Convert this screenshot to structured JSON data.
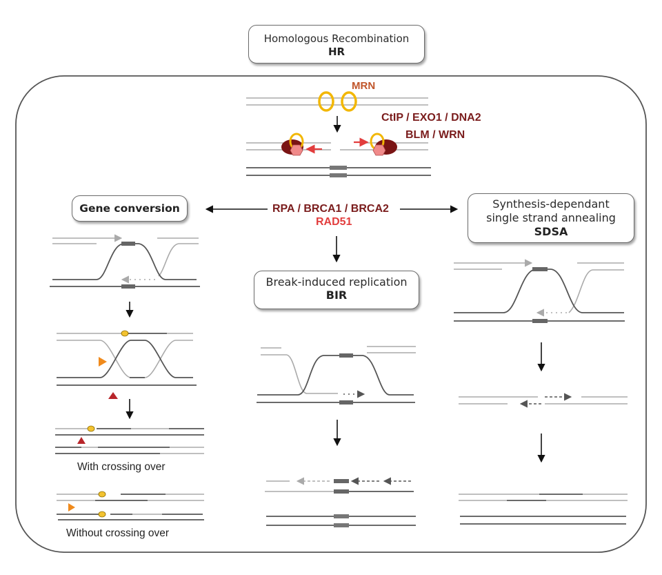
{
  "title_box": {
    "line1": "Homologous Recombination",
    "abbr": "HR"
  },
  "resection": {
    "mrn_label": "MRN",
    "nucleases_label": "CtIP / EXO1 / DNA2",
    "helicases_label": "BLM / WRN"
  },
  "branch_point": {
    "mediators_label": "RPA / BRCA1 / BRCA2",
    "recombinase_label": "RAD51"
  },
  "pathways": {
    "gene_conversion": {
      "title": "Gene conversion",
      "outcome_with": "With crossing over",
      "outcome_without": "Without crossing over"
    },
    "bir": {
      "line1": "Break-induced replication",
      "abbr": "BIR"
    },
    "sdsa": {
      "line1": "Synthesis-dependant",
      "line2": "single strand annealing",
      "abbr": "SDSA"
    }
  },
  "colors": {
    "mrn": "#c0552a",
    "protein_label": "#7a1c1c",
    "rad51": "#e23d3d",
    "ring": "#f2b705",
    "holliday_marker": "#f08a1c",
    "cleavage_marker": "#b8252a",
    "strand_dark": "#555555",
    "strand_light": "#aaaaaa"
  }
}
